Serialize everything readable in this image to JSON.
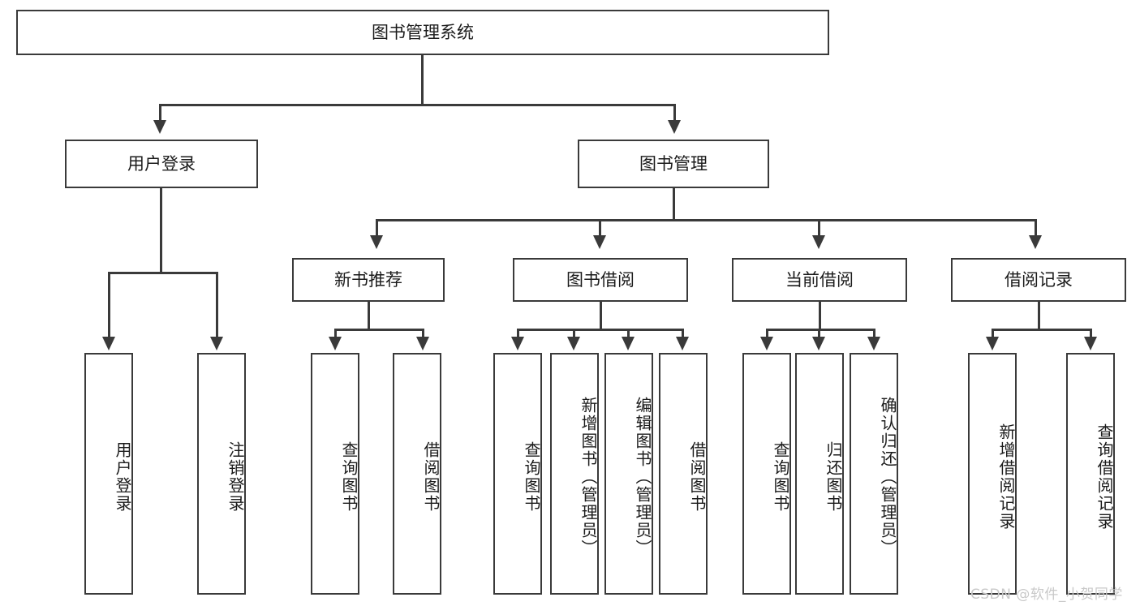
{
  "diagram": {
    "title": "图书管理系统",
    "type": "hierarchy-tree",
    "root": {
      "label": "图书管理系统"
    },
    "level2": [
      {
        "label": "用户登录"
      },
      {
        "label": "图书管理"
      }
    ],
    "level3": [
      {
        "label": "新书推荐"
      },
      {
        "label": "图书借阅"
      },
      {
        "label": "当前借阅"
      },
      {
        "label": "借阅记录"
      }
    ],
    "leaves": {
      "user_login": [
        {
          "label": "用户登录"
        },
        {
          "label": "注销登录"
        }
      ],
      "new_book_recommend": [
        {
          "label": "查询图书"
        },
        {
          "label": "借阅图书"
        }
      ],
      "book_borrow": [
        {
          "label": "查询图书"
        },
        {
          "label": "新增图书（管理员）"
        },
        {
          "label": "编辑图书（管理员）"
        },
        {
          "label": "借阅图书"
        }
      ],
      "current_borrow": [
        {
          "label": "查询图书"
        },
        {
          "label": "归还图书"
        },
        {
          "label": "确认归还（管理员）"
        }
      ],
      "borrow_record": [
        {
          "label": "新增借阅记录"
        },
        {
          "label": "查询借阅记录"
        }
      ]
    }
  },
  "watermark": {
    "text": "CSDN @软件_小贺同学"
  },
  "colors": {
    "stroke": "#3a3a3a",
    "text": "#1b1b1b",
    "background": "#ffffff",
    "watermark": "#c9c9c9"
  }
}
